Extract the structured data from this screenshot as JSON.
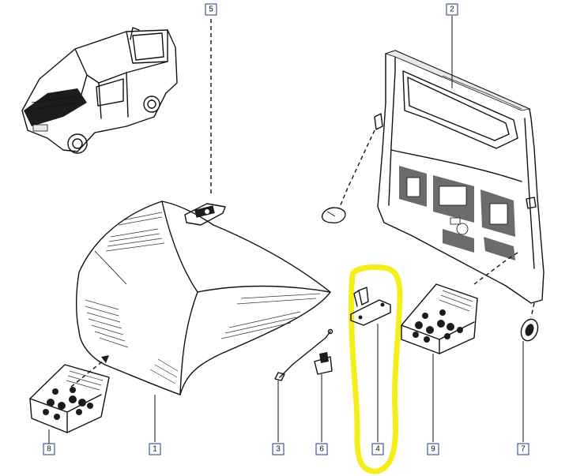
{
  "callouts": [
    {
      "id": "c1",
      "label": "1"
    },
    {
      "id": "c2",
      "label": "2"
    },
    {
      "id": "c3",
      "label": "3"
    },
    {
      "id": "c4",
      "label": "4"
    },
    {
      "id": "c5",
      "label": "5"
    },
    {
      "id": "c6",
      "label": "6"
    },
    {
      "id": "c7",
      "label": "7"
    },
    {
      "id": "c8",
      "label": "8"
    },
    {
      "id": "c9",
      "label": "9"
    }
  ],
  "colors": {
    "highlight": "#f5ee1d",
    "callout_border": "#1e3a8a",
    "ink": "#111111"
  }
}
